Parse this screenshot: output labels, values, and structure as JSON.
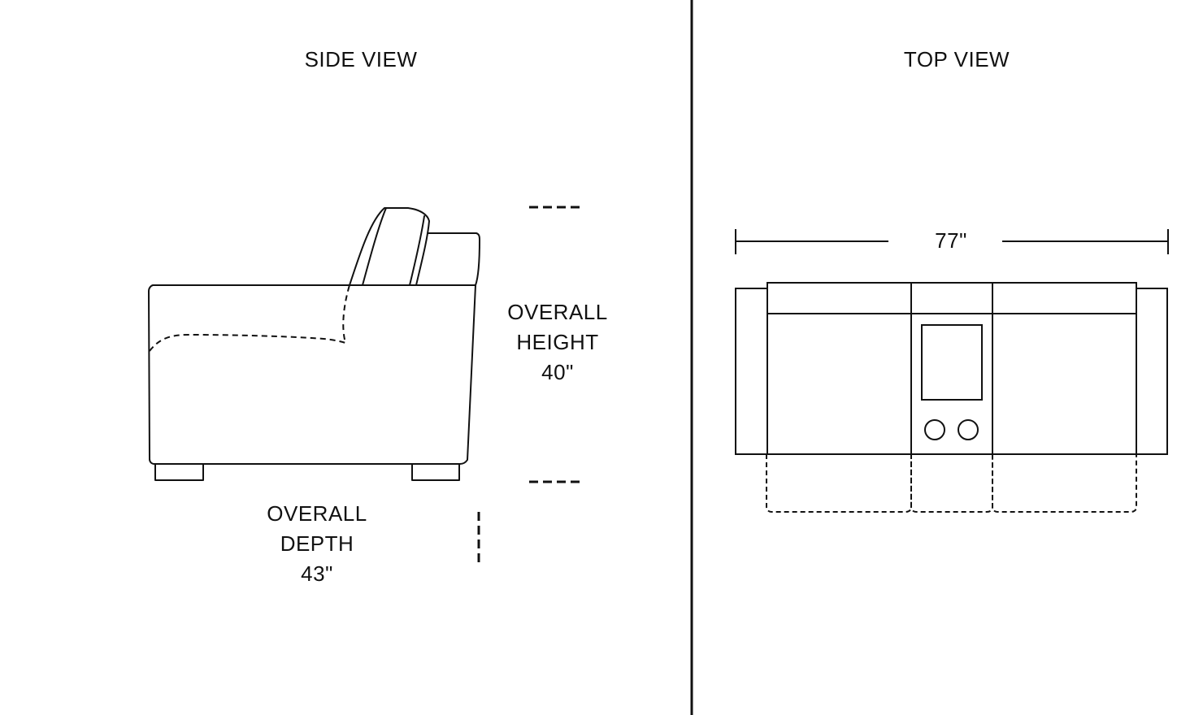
{
  "views": {
    "side": {
      "title": "SIDE VIEW",
      "height": {
        "line1": "OVERALL",
        "line2": "HEIGHT",
        "value": "40\""
      },
      "depth": {
        "line1": "OVERALL",
        "line2": "DEPTH",
        "value": "43\""
      }
    },
    "top": {
      "title": "TOP VIEW",
      "width": {
        "value": "77\""
      }
    }
  },
  "colors": {
    "line": "#111111",
    "background": "#ffffff"
  }
}
